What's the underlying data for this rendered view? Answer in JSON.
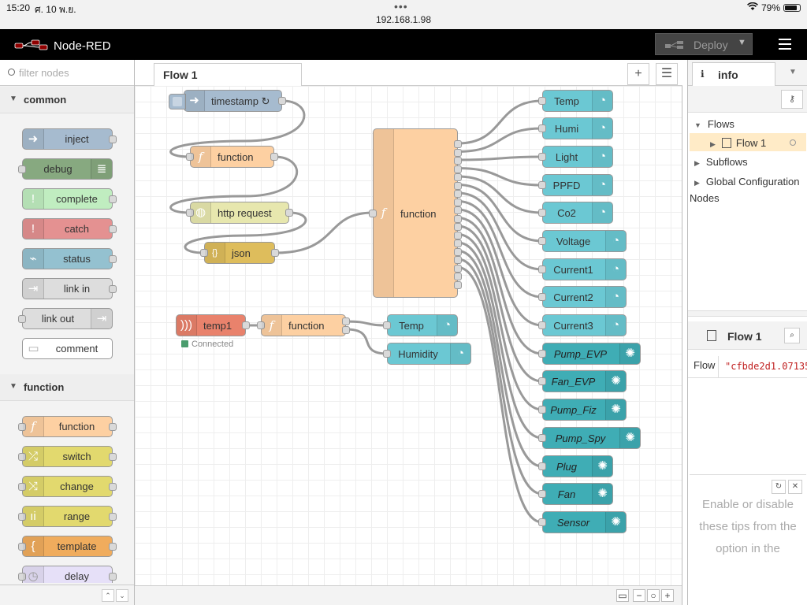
{
  "statusbar": {
    "time": "15:20",
    "date": "ศ. 10 พ.ย.",
    "dots": "•••",
    "url": "192.168.1.98",
    "battery": "79%"
  },
  "header": {
    "title": "Node-RED",
    "deploy_label": "Deploy"
  },
  "palette": {
    "filter_placeholder": "filter nodes",
    "categories": [
      {
        "name": "common",
        "nodes": [
          "inject",
          "debug",
          "complete",
          "catch",
          "status",
          "link in",
          "link out",
          "comment"
        ]
      },
      {
        "name": "function",
        "nodes": [
          "function",
          "switch",
          "change",
          "range",
          "template",
          "delay"
        ]
      }
    ]
  },
  "workspace": {
    "tab_label": "Flow 1"
  },
  "flow": {
    "nodes": [
      {
        "id": "timestamp",
        "label": "timestamp ↻"
      },
      {
        "id": "function1",
        "label": "function"
      },
      {
        "id": "http",
        "label": "http request"
      },
      {
        "id": "json",
        "label": "json"
      },
      {
        "id": "bigfunc",
        "label": "function"
      },
      {
        "id": "temp1",
        "label": "temp1",
        "status": "Connected"
      },
      {
        "id": "function2",
        "label": "function"
      },
      {
        "id": "g_temp2",
        "label": "Temp"
      },
      {
        "id": "g_humidity",
        "label": "Humidity"
      },
      {
        "id": "g_temp",
        "label": "Temp"
      },
      {
        "id": "g_humi",
        "label": "Humi"
      },
      {
        "id": "g_light",
        "label": "Light"
      },
      {
        "id": "g_ppfd",
        "label": "PPFD"
      },
      {
        "id": "g_co2",
        "label": "Co2"
      },
      {
        "id": "g_voltage",
        "label": "Voltage"
      },
      {
        "id": "g_current1",
        "label": "Current1"
      },
      {
        "id": "g_current2",
        "label": "Current2"
      },
      {
        "id": "g_current3",
        "label": "Current3"
      },
      {
        "id": "led_pump_evp",
        "label": "Pump_EVP"
      },
      {
        "id": "led_fan_evp",
        "label": "Fan_EVP"
      },
      {
        "id": "led_pump_fiz",
        "label": "Pump_Fiz"
      },
      {
        "id": "led_pump_spy",
        "label": "Pump_Spy"
      },
      {
        "id": "led_plug",
        "label": "Plug"
      },
      {
        "id": "led_fan",
        "label": "Fan"
      },
      {
        "id": "led_sensor",
        "label": "Sensor"
      }
    ]
  },
  "sidebar": {
    "tab_label": "info",
    "tree": {
      "flows": "Flows",
      "flow1": "Flow 1",
      "subflows": "Subflows",
      "global_config": "Global Configuration Nodes"
    },
    "info_title": "Flow 1",
    "prop_key": "Flow",
    "prop_value": "\"cfbde2d1.07135",
    "tips": "Enable or disable these tips from the option in the"
  },
  "colors": {
    "inject": "#a6bbcf",
    "debug": "#87a980",
    "complete": "#c0edc0",
    "catch": "#e49191",
    "status": "#94c1d0",
    "link": "#dddddd",
    "function": "#fdd0a2",
    "switch": "#e2d96e",
    "change": "#e2d96e",
    "range": "#e2d96e",
    "template": "#f0ac5d",
    "delay": "#e6e0f8",
    "http": "#e7e7ae",
    "json": "#debd5c",
    "mqtt": "#e9826c",
    "gauge": "#6bc8d3",
    "led": "#3fadb5"
  }
}
